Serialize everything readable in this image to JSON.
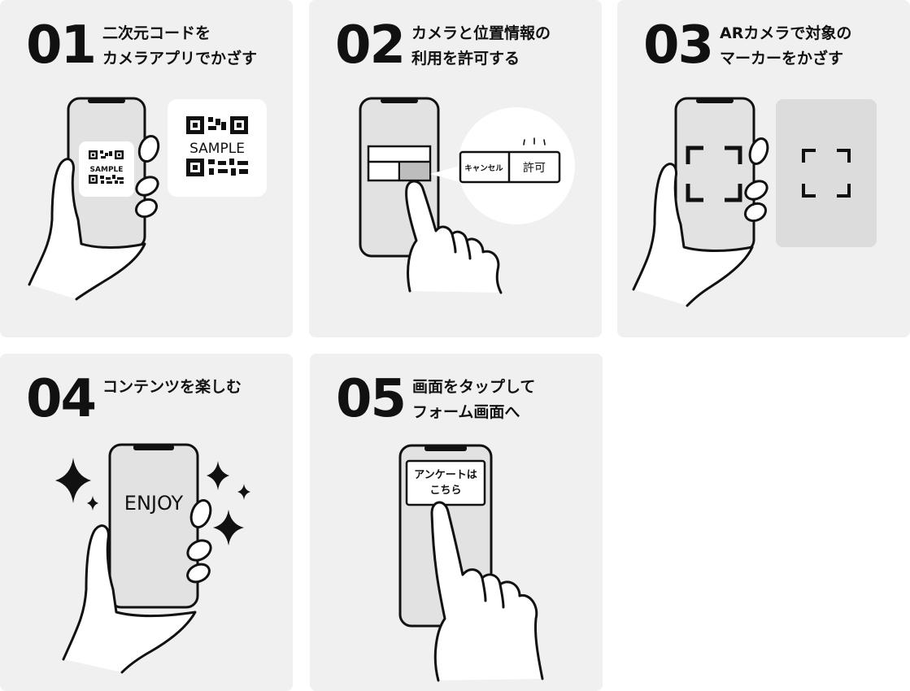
{
  "steps": [
    {
      "number": "01",
      "title_line1": "二次元コードを",
      "title_line2": "カメラアプリでかざす",
      "qr_label": "SAMPLE"
    },
    {
      "number": "02",
      "title_line1": "カメラと位置情報の",
      "title_line2": "利用を許可する",
      "cancel_label": "キャンセル",
      "allow_label": "許可"
    },
    {
      "number": "03",
      "title_line1": "ARカメラで対象の",
      "title_line2": "マーカーをかざす"
    },
    {
      "number": "04",
      "title_line1": "コンテンツを楽しむ",
      "screen_text": "ENJOY"
    },
    {
      "number": "05",
      "title_line1": "画面をタップして",
      "title_line2": "フォーム画面へ",
      "button_line1": "アンケートは",
      "button_line2": "こちら"
    }
  ]
}
